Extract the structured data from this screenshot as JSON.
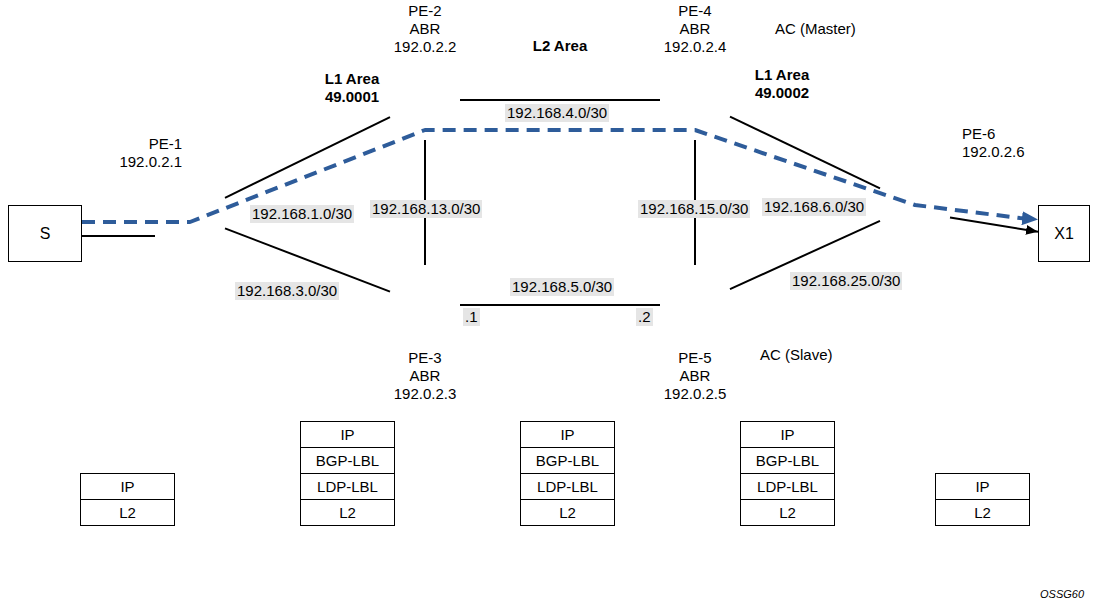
{
  "diagram": {
    "nodes": [
      {
        "text": [
          "S"
        ]
      },
      {
        "text": [
          "L1 Area",
          "49.0001"
        ]
      },
      {
        "text": [
          "L2 Area"
        ]
      },
      {
        "text": [
          "L1 Area",
          "49.0002"
        ]
      },
      {
        "text": [
          "PE-1",
          "192.0.2.1"
        ]
      },
      {
        "text": [
          "PE-2",
          "ABR",
          "192.0.2.2"
        ]
      },
      {
        "text": [
          "PE-4",
          "ABR",
          "192.0.2.4"
        ]
      },
      {
        "text": [
          "PE-6",
          "192.0.2.6"
        ]
      },
      {
        "text": [
          "PE-3",
          "ABR",
          "192.0.2.3"
        ]
      },
      {
        "text": [
          "PE-5",
          "ABR",
          "192.0.2.5"
        ]
      },
      {
        "text": [
          "X1"
        ]
      },
      {
        "text": [
          "IP"
        ]
      },
      {
        "text": [
          "L2"
        ]
      },
      {
        "text": [
          "IP"
        ]
      },
      {
        "text": [
          "BGP-LBL"
        ]
      },
      {
        "text": [
          "LDP-LBL"
        ]
      },
      {
        "text": [
          "L2"
        ]
      },
      {
        "text": [
          "IP"
        ]
      },
      {
        "text": [
          "BGP-LBL"
        ]
      },
      {
        "text": [
          "LDP-LBL"
        ]
      },
      {
        "text": [
          "L2"
        ]
      },
      {
        "text": [
          "IP"
        ]
      },
      {
        "text": [
          "BGP-LBL"
        ]
      },
      {
        "text": [
          "LDP-LBL"
        ]
      },
      {
        "text": [
          "L2"
        ]
      },
      {
        "text": [
          "IP"
        ]
      },
      {
        "text": [
          "L2"
        ]
      }
    ],
    "edges": [
      {
        "from": 0,
        "to": 4,
        "arrow": "none"
      },
      {
        "from": 4,
        "to": 5,
        "arrow": "none",
        "label": "192.168.1.0/30"
      },
      {
        "from": 4,
        "to": 8,
        "arrow": "none",
        "label": "192.168.3.0/30"
      },
      {
        "from": 5,
        "to": 8,
        "arrow": "none",
        "label": "192.168.13.0/30"
      },
      {
        "from": 5,
        "to": 6,
        "arrow": "none",
        "label": "192.168.4.0/30"
      },
      {
        "from": 6,
        "to": 9,
        "arrow": "none",
        "label": "192.168.15.0/30"
      },
      {
        "from": 8,
        "to": 9,
        "arrow": "none",
        "label": "192.168.5.0/30"
      },
      {
        "from": 6,
        "to": 7,
        "arrow": "none",
        "label": "192.168.6.0/30"
      },
      {
        "from": 9,
        "to": 7,
        "arrow": "none",
        "label": "192.168.25.0/30"
      },
      {
        "from": 7,
        "to": 10,
        "arrow": "to"
      },
      {
        "from": 0,
        "to": 10,
        "arrow": "to"
      }
    ],
    "labels": [
      ".1",
      ".2",
      "AC (Master)",
      "AC (Slave)",
      "OSSG60"
    ]
  }
}
